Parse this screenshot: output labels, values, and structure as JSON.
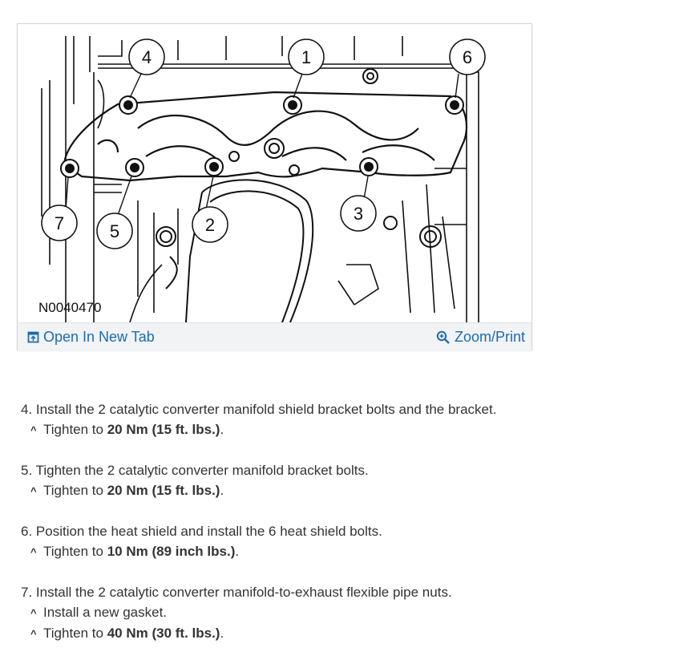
{
  "figure": {
    "image_id_label": "N0040470",
    "callouts": [
      "1",
      "2",
      "3",
      "4",
      "5",
      "6",
      "7"
    ],
    "open_new_tab_label": "Open In New Tab",
    "zoom_print_label": "Zoom/Print",
    "link_color": "#1d6ab3"
  },
  "steps": [
    {
      "title": "4. Install the 2 catalytic converter manifold shield bracket bolts and the bracket.",
      "subs": [
        {
          "prefix": "Tighten to ",
          "bold": "20 Nm (15 ft. lbs.)",
          "suffix": "."
        }
      ]
    },
    {
      "title": "5. Tighten the 2 catalytic converter manifold bracket bolts.",
      "subs": [
        {
          "prefix": "Tighten to ",
          "bold": "20 Nm (15 ft. lbs.)",
          "suffix": "."
        }
      ]
    },
    {
      "title": "6. Position the heat shield and install the 6 heat shield bolts.",
      "subs": [
        {
          "prefix": "Tighten to ",
          "bold": "10 Nm (89 inch lbs.)",
          "suffix": "."
        }
      ]
    },
    {
      "title": "7. Install the 2 catalytic converter manifold-to-exhaust flexible pipe nuts.",
      "subs": [
        {
          "prefix": "Install a new gasket.",
          "bold": "",
          "suffix": ""
        },
        {
          "prefix": "Tighten to ",
          "bold": "40 Nm (30 ft. lbs.)",
          "suffix": "."
        }
      ]
    }
  ],
  "caret_glyph": "^"
}
